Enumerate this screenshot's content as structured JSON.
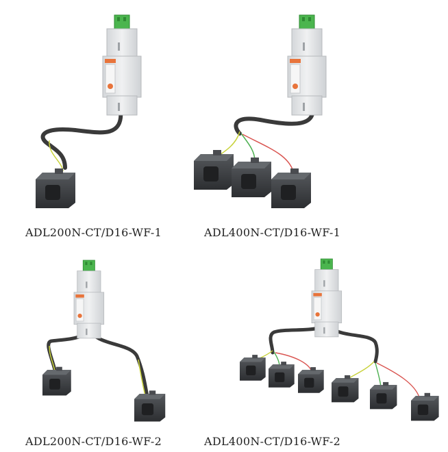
{
  "products": [
    {
      "model": "ADL200N-CT/D16-WF-1",
      "ct_count": 1
    },
    {
      "model": "ADL400N-CT/D16-WF-1",
      "ct_count": 3
    },
    {
      "model": "ADL200N-CT/D16-WF-2",
      "ct_count": 2
    },
    {
      "model": "ADL400N-CT/D16-WF-2",
      "ct_count": 6
    }
  ],
  "colors": {
    "meter_body": "#e6e8ea",
    "meter_label": "#e8743b",
    "terminal": "#45b649",
    "cable": "#3a3a3a",
    "ct_body": "#3d3f42",
    "wire_yellow": "#c8d23a",
    "wire_green": "#4caf50",
    "wire_red": "#d9534f"
  }
}
